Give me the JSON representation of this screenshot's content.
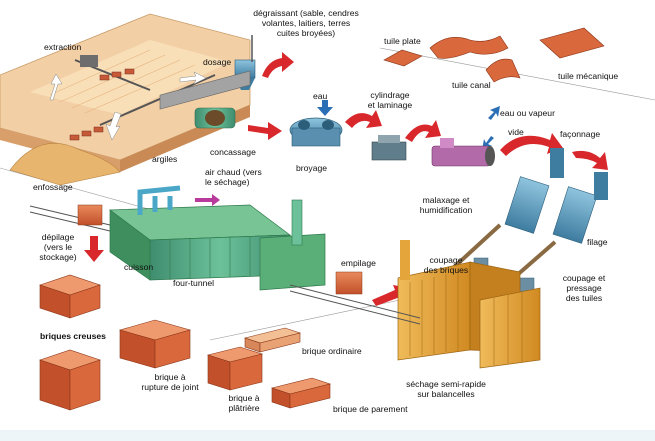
{
  "colors": {
    "ground": "#f2c9a0",
    "clay": "#e9b46d",
    "brick": "#d9683d",
    "machine_green": "#4f9d83",
    "machine_blue": "#3e7ca0",
    "dryer": "#e4a53a",
    "arrow_red": "#d8282c",
    "arrow_blue": "#2a6fb5",
    "tunnel_green": "#5aae78",
    "rail": "#555555"
  },
  "labels": {
    "extraction": "extraction",
    "dosage": "dosage",
    "degraissant": "dégraissant (sable, cendres\nvolantes, laitiers, terres\ncuites broyées)",
    "tuile_plate": "tuile plate",
    "tuile_canal": "tuile canal",
    "tuile_mecanique": "tuile mécanique",
    "eau": "eau",
    "cylindrage": "cylindrage\net laminage",
    "eau_vapeur": "eau ou vapeur",
    "vide": "vide",
    "faconnage": "façonnage",
    "argiles": "argiles",
    "concassage": "concassage",
    "broyage": "broyage",
    "enfossage": "enfossage",
    "air_chaud": "air chaud (vers\nle séchage)",
    "malaxage": "malaxage et\nhumidification",
    "filage": "filage",
    "depilage": "dépilage\n(vers le\nstockage)",
    "cuisson": "cuisson",
    "four_tunnel": "four-tunnel",
    "empilage": "empilage",
    "coupage_briques": "coupage\ndes briques",
    "coupage_tuiles": "coupage et\npressage\ndes tuiles",
    "briques_creuses": "briques creuses",
    "brique_ordinaire": "brique ordinaire",
    "rupture_joint": "brique à\nrupture de joint",
    "platriere": "brique à\nplâtrière",
    "sechage": "séchage semi-rapide\nsur balancelles",
    "parement": "brique de parement"
  }
}
